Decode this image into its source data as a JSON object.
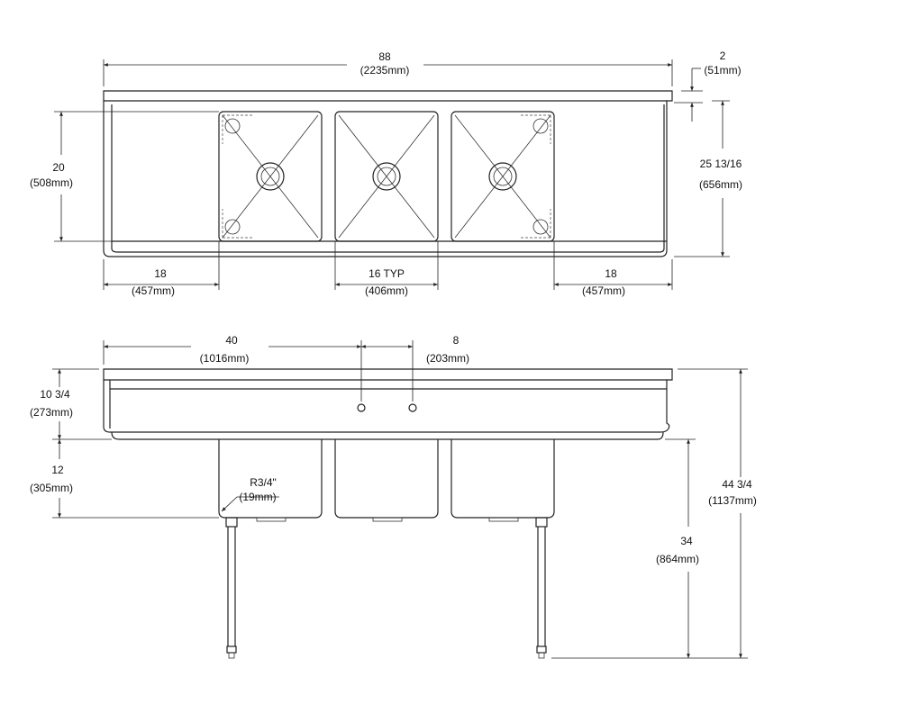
{
  "top_view": {
    "overall_length": {
      "value": "88",
      "metric": "(2235mm)"
    },
    "backsplash_height": {
      "value": "2",
      "metric": "(51mm)"
    },
    "bowl_front_to_back": {
      "value": "20",
      "metric": "(508mm)"
    },
    "overall_depth": {
      "value": "25 13/16",
      "metric": "(656mm)"
    },
    "left_drainboard": {
      "value": "18",
      "metric": "(457mm)"
    },
    "bowl_width": {
      "value": "16 TYP",
      "metric": "(406mm)"
    },
    "right_drainboard": {
      "value": "18",
      "metric": "(457mm)"
    }
  },
  "front_view": {
    "faucet_center": {
      "value": "40",
      "metric": "(1016mm)"
    },
    "faucet_spacing": {
      "value": "8",
      "metric": "(203mm)"
    },
    "backsplash_rise": {
      "value": "10 3/4",
      "metric": "(273mm)"
    },
    "bowl_depth": {
      "value": "12",
      "metric": "(305mm)"
    },
    "corner_radius": {
      "value": "R3/4\"",
      "metric": "(19mm)"
    },
    "working_height": {
      "value": "34",
      "metric": "(864mm)"
    },
    "overall_height": {
      "value": "44 3/4",
      "metric": "(1137mm)"
    }
  }
}
